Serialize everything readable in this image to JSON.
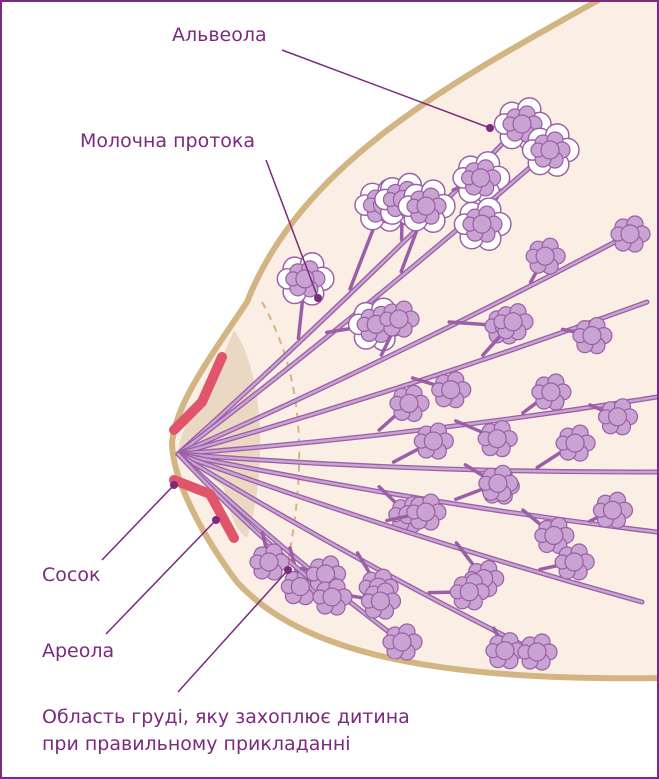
{
  "labels": {
    "alveolus": "Альвеола",
    "milk_duct": "Молочна протока",
    "nipple": "Сосок",
    "areola": "Ареола",
    "latch_area_line1": "Область груді, яку захоплює дитина",
    "latch_area_line2": "при правильному прикладанні"
  },
  "colors": {
    "frame": "#7b2a7d",
    "label_text": "#7b2a7d",
    "breast_fill": "#fbeee4",
    "breast_outline": "#d3b584",
    "areola_fill": "#ead8c3",
    "nipple_red": "#e0556a",
    "duct_fill": "#c9a3d2",
    "duct_stroke": "#9a5fa6",
    "leader_line": "#7b2a7d"
  }
}
